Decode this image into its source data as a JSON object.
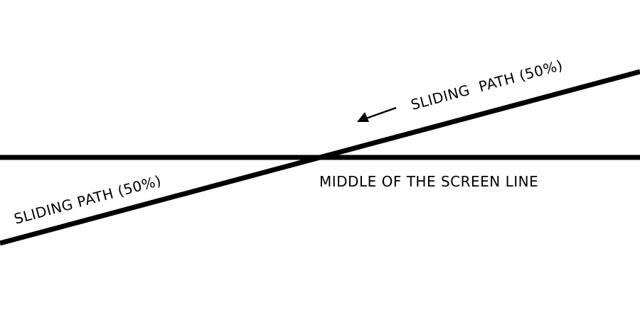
{
  "diagram": {
    "middle_line_label": "MIDDLE OF THE SCREEN LINE",
    "sliding_path_upper_label": "SLIDING  PATH (50%)",
    "sliding_path_lower_label": "SLIDING PATH (50%)",
    "arrow_icon": "arrow-left-down-icon",
    "colors": {
      "line": "#000000",
      "background": "#ffffff",
      "text": "#000000"
    }
  }
}
